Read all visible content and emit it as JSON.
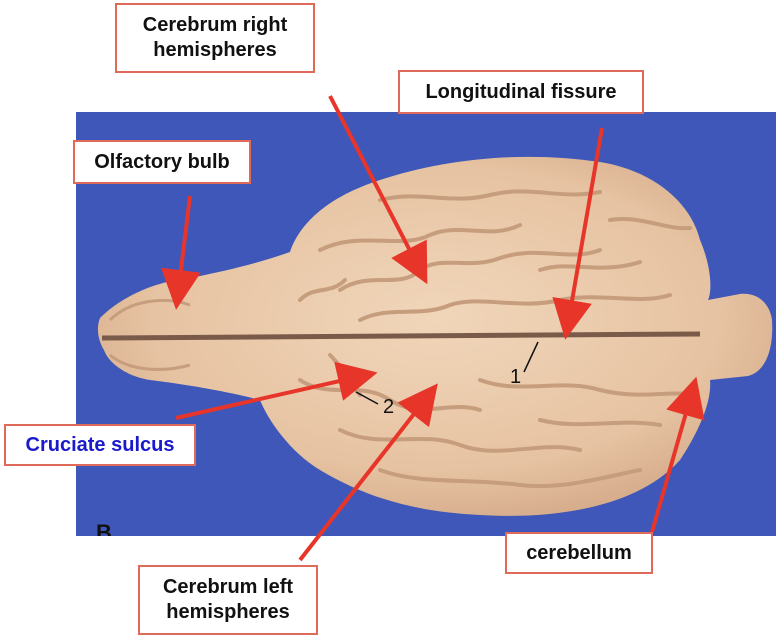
{
  "labels": {
    "cerebrum_right": "Cerebrum right\nhemispheres",
    "longitudinal_fissure": "Longitudinal fissure",
    "olfactory_bulb": "Olfactory bulb",
    "cruciate_sulcus": "Cruciate sulcus",
    "cerebellum": "cerebellum",
    "cerebrum_left": "Cerebrum left\nhemispheres"
  },
  "markers": {
    "one": "1",
    "two": "2",
    "corner_letter": "B"
  },
  "colors": {
    "background_blue": "#3f57b8",
    "brain": "#e9c9a9",
    "arrow": "#e8352a",
    "label_border": "#e06a5a",
    "cruciate_text": "#1a1acc"
  }
}
